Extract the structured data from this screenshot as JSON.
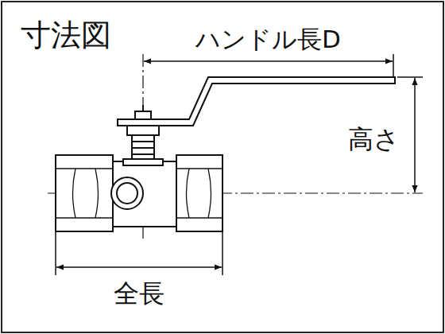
{
  "diagram": {
    "title": "寸法図",
    "labels": [
      "ハンドル長D",
      "高さ",
      "全長"
    ]
  }
}
